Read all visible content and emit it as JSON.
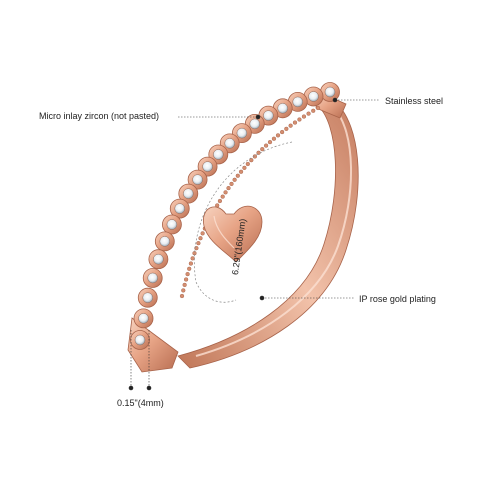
{
  "annotations": {
    "zircon": "Micro inlay zircon (not pasted)",
    "steel": "Stainless steel",
    "plating": "IP rose gold plating",
    "width": "0.15\"(4mm)",
    "diameter": "6.29\"(160mm)"
  },
  "colors": {
    "rose_gold_light": "#f6cdb8",
    "rose_gold_mid": "#e29a7c",
    "rose_gold_dark": "#b36a4f",
    "leader_line": "#333333",
    "background": "#ffffff"
  }
}
